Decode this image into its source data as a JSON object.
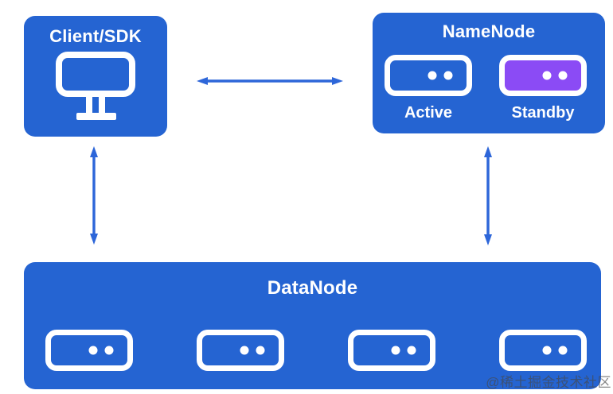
{
  "client": {
    "title": "Client/SDK"
  },
  "namenode": {
    "title": "NameNode",
    "servers": [
      {
        "label": "Active",
        "state": "active"
      },
      {
        "label": "Standby",
        "state": "standby"
      }
    ]
  },
  "datanode": {
    "title": "DataNode",
    "server_count": 4
  },
  "watermark": "@稀土掘金技术社区",
  "colors": {
    "box-blue": "#2564d2",
    "standby-purple": "#8b4bf5",
    "arrow-blue": "#2d66d9",
    "icon-white": "#ffffff"
  }
}
